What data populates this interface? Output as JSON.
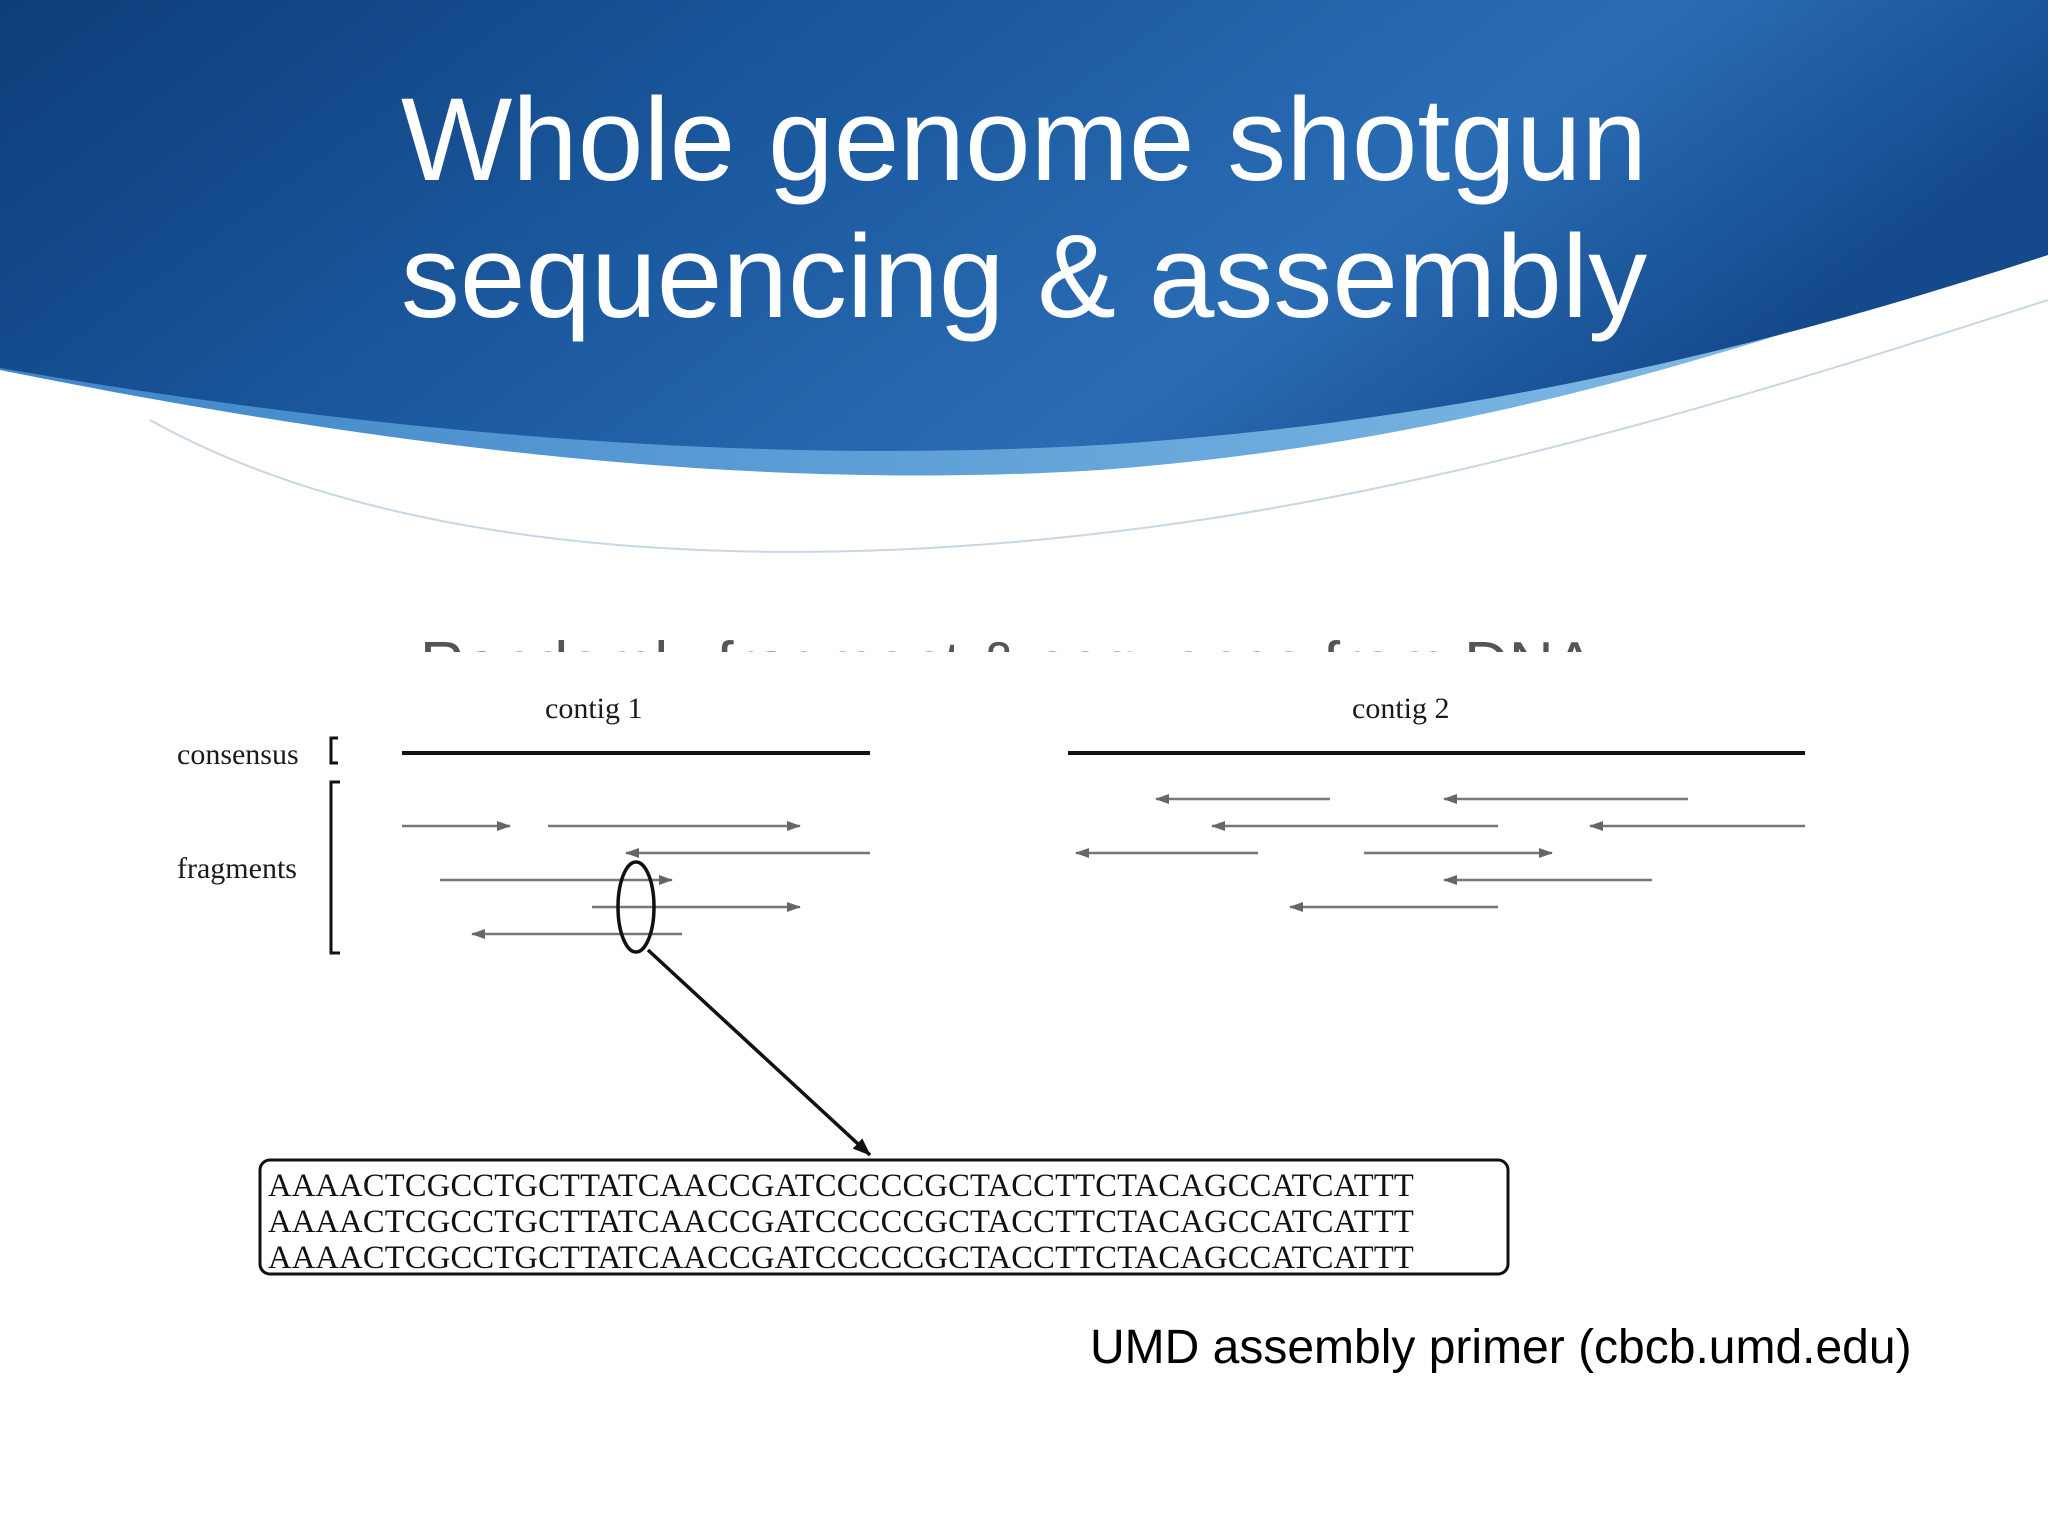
{
  "slide": {
    "title_lines": [
      "Whole genome shotgun",
      "sequencing & assembly"
    ],
    "partial_bullet": "Randomly fragment & sequence from DNA",
    "caption": "UMD assembly primer (cbcb.umd.edu)",
    "colors": {
      "header_dark": "#0d3d7a",
      "header_mid": "#1f5fa6",
      "header_light": "#5aa0d6",
      "title_text": "#ffffff"
    }
  },
  "figure": {
    "contig_labels": [
      "contig 1",
      "contig 2"
    ],
    "row_labels": {
      "consensus": "consensus",
      "fragments": "fragments"
    },
    "sequences": [
      "AAAACTCGCCTGCTTATCAACCGATCCCCCGCTACCTTCTACAGCCATCATTT",
      "AAAACTCGCCTGCTTATCAACCGATCCCCCGCTACCTTCTACAGCCATCATTT",
      "AAAACTCGCCTGCTTATCAACCGATCCCCCGCTACCTTCTACAGCCATCATTT"
    ]
  }
}
